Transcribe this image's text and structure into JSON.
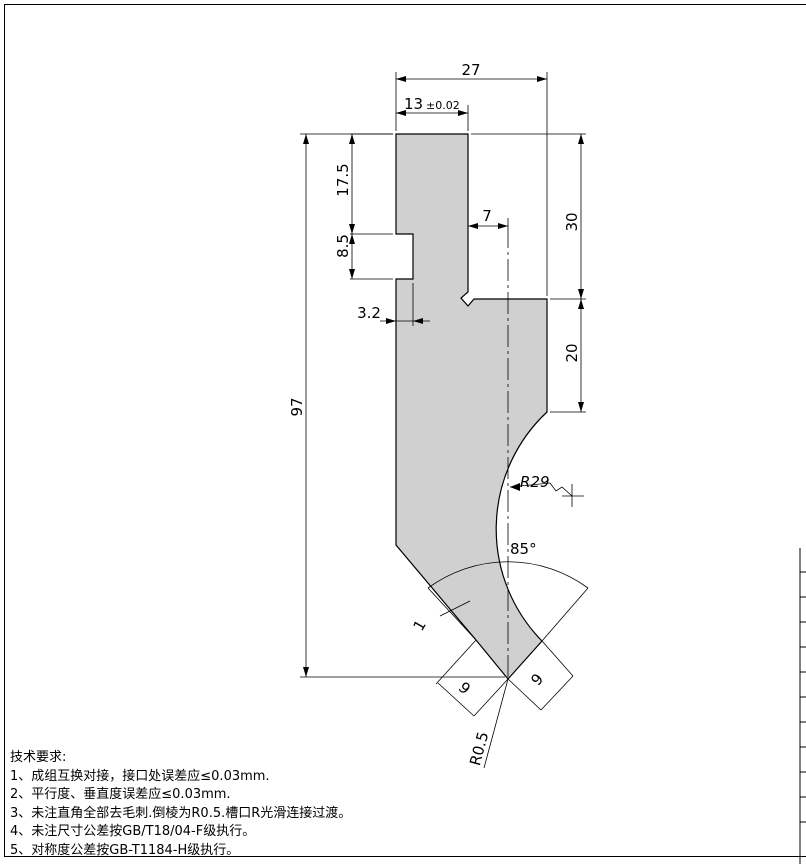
{
  "drawing": {
    "dimensions": {
      "overall_width": "27",
      "top_width": "13",
      "top_width_tol": "±0.02",
      "slot_offset": "7",
      "slot_top": "17.5",
      "slot_height": "8.5",
      "slot_depth": "3.2",
      "right_upper": "30",
      "right_lower": "20",
      "total_height": "97",
      "radius_large": "R29",
      "angle": "85°",
      "chamfer": "1",
      "tip_left": "9",
      "tip_right": "9",
      "tip_radius": "R0.5"
    }
  },
  "notes": {
    "title": "技术要求:",
    "items": [
      "1、成组互换对接，接口处误差应≤0.03mm.",
      "2、平行度、垂直度误差应≤0.03mm.",
      "3、未注直角全部去毛刺.倒棱为R0.5.槽口R光滑连接过渡。",
      "4、未注尺寸公差按GB/T18/04-F级执行。",
      "5、对称度公差按GB-T1184-H级执行。"
    ]
  },
  "colors": {
    "part_fill": "#d0d0d0",
    "line": "#000000"
  }
}
